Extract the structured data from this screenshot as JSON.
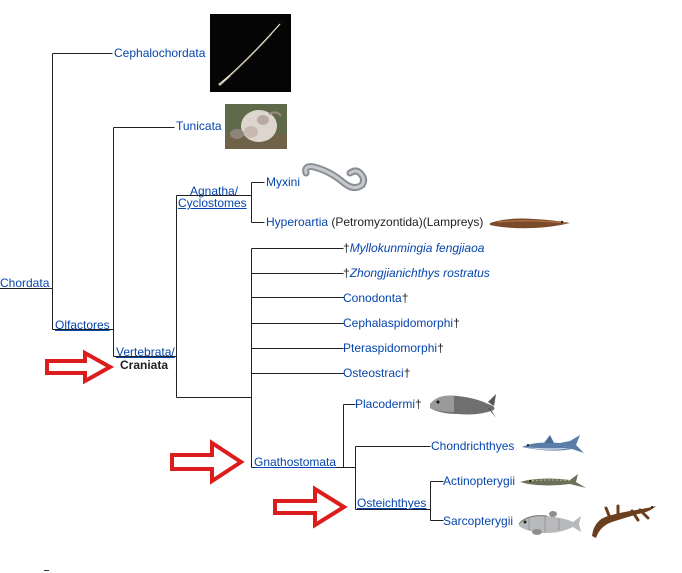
{
  "nodes": {
    "chordata": "Chordata",
    "olfactores": "Olfactores",
    "cephalochordata": "Cephalochordata",
    "tunicata": "Tunicata",
    "vertebrata": "Vertebrata/",
    "craniata": "Craniata",
    "agnatha": "Agnatha/",
    "cyclostomes": "Cyclostomes",
    "myxini": "Myxini",
    "hyperoartia": "Hyperoartia",
    "petromyzontida": " (Petromyzontida)(Lampreys)",
    "myllokunmingia": "Myllokunmingia fengjiaoa",
    "zhongjianichthys": "Zhongjianichthys rostratus",
    "conodonta": "Conodonta",
    "cephalaspidomorphi": "Cephalaspidomorphi",
    "pteraspidomorphi": "Pteraspidomorphi",
    "osteostraci": "Osteostraci",
    "gnathostomata": "Gnathostomata",
    "placodermi": "Placodermi",
    "chondrichthyes": "Chondrichthyes",
    "osteichthyes": "Osteichthyes",
    "actinopterygii": "Actinopterygii",
    "sarcopterygii": "Sarcopterygii"
  },
  "extinct_mark": "†",
  "colors": {
    "link": "#0645ad",
    "text": "#202122",
    "line": "#202122",
    "arrow": "#dd1c1c"
  },
  "icons": {
    "cephalochordata": "lancelet-image",
    "tunicata": "tunicate-image",
    "myxini": "hagfish-image",
    "hyperoartia": "lamprey-image",
    "placodermi": "placoderm-image",
    "chondrichthyes": "shark-image",
    "actinopterygii": "sturgeon-image",
    "sarcopterygii": "coelacanth-and-salamander-image"
  },
  "arrows_pointing_to": [
    "vertebrata",
    "gnathostomata",
    "osteichthyes"
  ]
}
